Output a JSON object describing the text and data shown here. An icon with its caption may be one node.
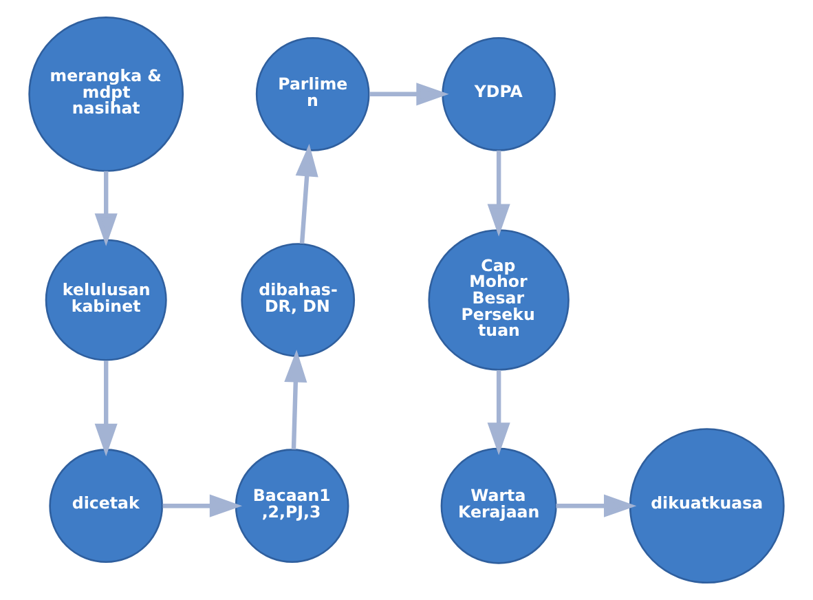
{
  "diagram": {
    "nodes": [
      {
        "text": [
          "merangka & mdpt nasihat"
        ]
      },
      {
        "text": [
          "Parlime n"
        ]
      },
      {
        "text": [
          "YDPA"
        ]
      },
      {
        "text": [
          "kelulusan kabinet"
        ]
      },
      {
        "text": [
          "dibahas- DR, DN"
        ]
      },
      {
        "text": [
          "Cap Mohor Besar Perseku tuan"
        ]
      },
      {
        "text": [
          "dicetak"
        ]
      },
      {
        "text": [
          "Bacaan1 ,2,PJ,3"
        ]
      },
      {
        "text": [
          "Warta Kerajaan"
        ]
      },
      {
        "text": [
          "dikuatkuasa"
        ]
      }
    ],
    "edges": [
      {
        "from": 0,
        "to": 3,
        "arrow": "to"
      },
      {
        "from": 3,
        "to": 6,
        "arrow": "to"
      },
      {
        "from": 6,
        "to": 7,
        "arrow": "to"
      },
      {
        "from": 7,
        "to": 4,
        "arrow": "to"
      },
      {
        "from": 4,
        "to": 1,
        "arrow": "to"
      },
      {
        "from": 1,
        "to": 2,
        "arrow": "to"
      },
      {
        "from": 2,
        "to": 5,
        "arrow": "to"
      },
      {
        "from": 5,
        "to": 8,
        "arrow": "to"
      },
      {
        "from": 8,
        "to": 9,
        "arrow": "to"
      }
    ]
  }
}
